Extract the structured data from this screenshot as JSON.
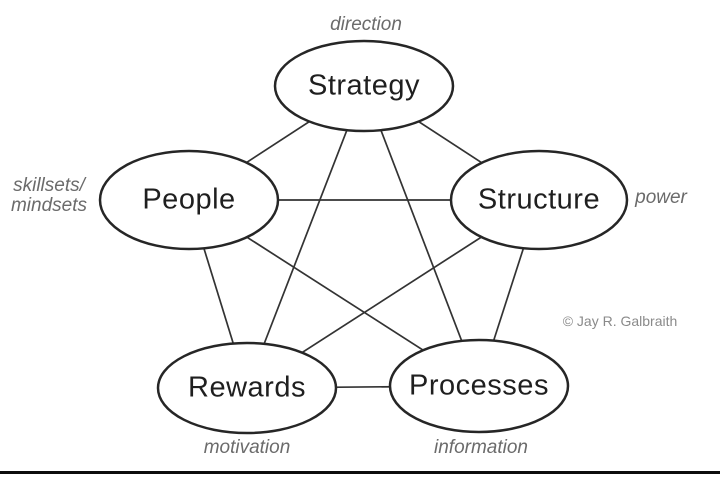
{
  "diagram": {
    "model": "star-model",
    "nodes": [
      {
        "id": "strategy",
        "label": "Strategy",
        "annotation": "direction"
      },
      {
        "id": "people",
        "label": "People",
        "annotation": "skillsets/\nmindsets"
      },
      {
        "id": "structure",
        "label": "Structure",
        "annotation": "power"
      },
      {
        "id": "rewards",
        "label": "Rewards",
        "annotation": "motivation"
      },
      {
        "id": "processes",
        "label": "Processes",
        "annotation": "information"
      }
    ],
    "edges": [
      [
        "strategy",
        "people"
      ],
      [
        "strategy",
        "structure"
      ],
      [
        "strategy",
        "rewards"
      ],
      [
        "strategy",
        "processes"
      ],
      [
        "people",
        "structure"
      ],
      [
        "people",
        "rewards"
      ],
      [
        "people",
        "processes"
      ],
      [
        "structure",
        "rewards"
      ],
      [
        "structure",
        "processes"
      ],
      [
        "rewards",
        "processes"
      ]
    ],
    "copyright": "© Jay R. Galbraith",
    "colors": {
      "background": "#ffffff",
      "ellipse_stroke": "#262626",
      "edge_stroke": "#333333",
      "node_text": "#1f1f1f",
      "annotation_text": "#6b6b6b",
      "copyright_text": "#8a8a8a",
      "bottom_rule": "#0d0d0d"
    }
  }
}
